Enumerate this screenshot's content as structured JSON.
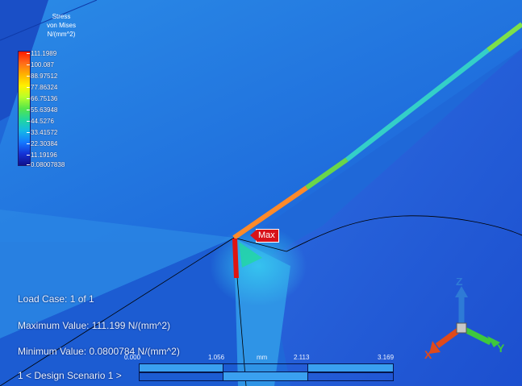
{
  "legend": {
    "title_lines": [
      "Stress",
      "von Mises",
      "N/(mm^2)"
    ],
    "ticks": [
      "111.1989",
      "100.087",
      "88.97512",
      "77.86324",
      "66.75136",
      "55.63948",
      "44.5276",
      "33.41572",
      "22.30384",
      "11.19196",
      "0.08007838"
    ],
    "gradient_colors": [
      "#ff1a00",
      "#ff6a1a",
      "#ffb000",
      "#fff000",
      "#b8ff2a",
      "#55e64a",
      "#20d6a0",
      "#14b6e8",
      "#1478ff",
      "#1432d6",
      "#10108c"
    ]
  },
  "marker": {
    "label": "Max"
  },
  "info": {
    "load_case": "Load Case:  1 of 1",
    "maximum": "Maximum Value: 111.199 N/(mm^2)",
    "minimum": "Minimum Value: 0.0800784 N/(mm^2)",
    "scenario": "1 < Design Scenario 1 >"
  },
  "scale": {
    "labels": [
      "0.000",
      "1.056",
      "mm",
      "2.113",
      "3.169"
    ]
  },
  "triad": {
    "x": "X",
    "y": "Y",
    "z": "Z"
  },
  "colors": {
    "background": "#1f64d6",
    "max_flag": "#d8121a",
    "axis_x": "#e04a1a",
    "axis_y": "#3ec83e",
    "axis_z": "#2e7bd6"
  }
}
